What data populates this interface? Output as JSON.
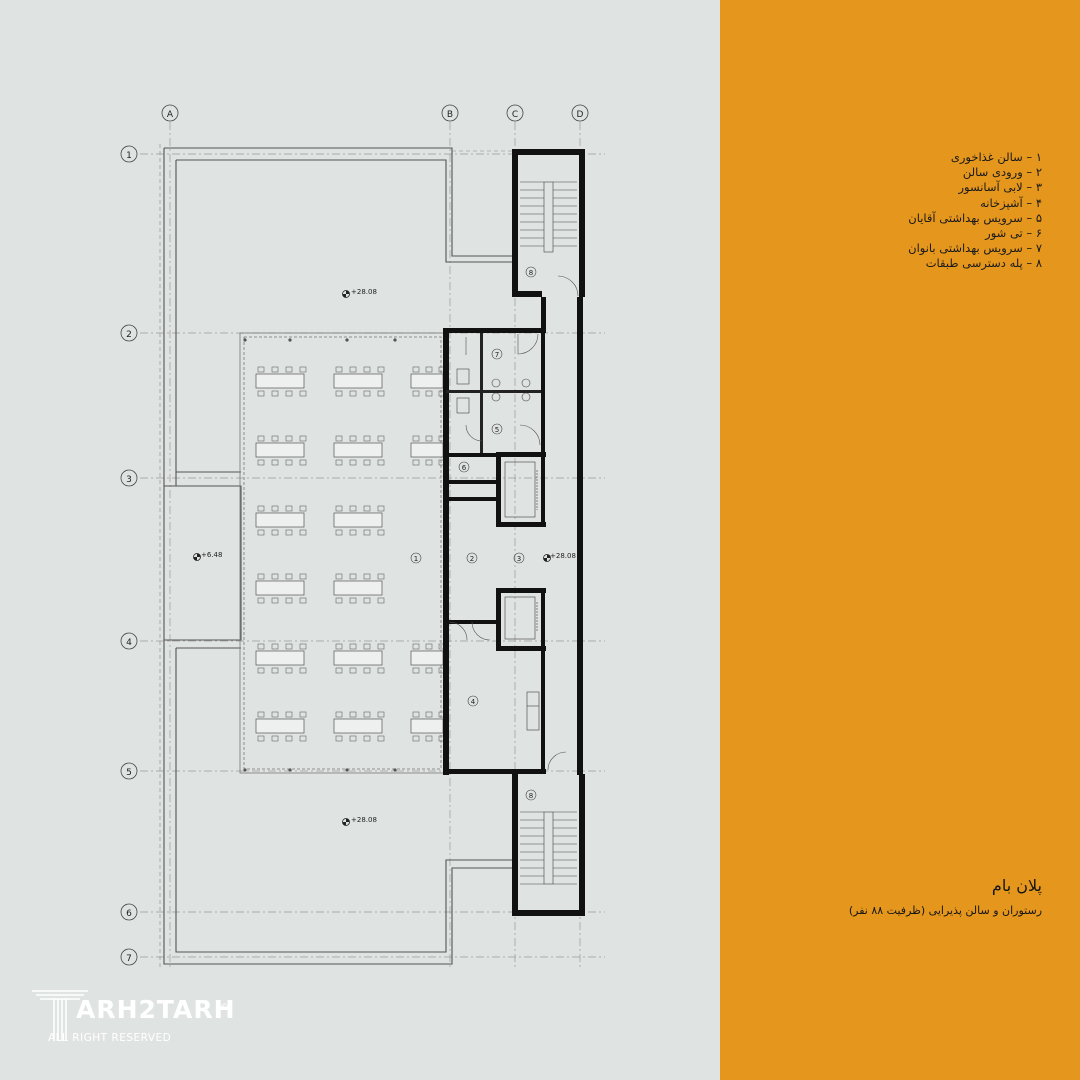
{
  "grid": {
    "columns": [
      "A",
      "B",
      "C",
      "D"
    ],
    "rows": [
      "1",
      "2",
      "3",
      "4",
      "5",
      "6",
      "7"
    ]
  },
  "rooms": [
    "1",
    "2",
    "3",
    "4",
    "5",
    "6",
    "7",
    "8",
    "8"
  ],
  "levels": [
    "+28.08",
    "+28.08",
    "+6.48",
    "+28.08"
  ],
  "legend": [
    "۱ – سالن غذاخوری",
    "۲ – ورودی سالن",
    "۳ – لابی آسانسور",
    "۴ – آشپزخانه",
    "۵ – سرویس بهداشتی آقایان",
    "۶ – تی شور",
    "۷ – سرویس بهداشتی بانوان",
    "۸ – پله دسترسی طبقات"
  ],
  "plan_title": "پلان بام",
  "plan_subtitle": "رستوران و سالن پذیرایی (ظرفیت ۸۸ نفر)",
  "brand": {
    "name": "ARH2TARH",
    "rights": "ALL RIGHT RESERVED",
    "copyright": "©"
  },
  "colors": {
    "plan_background": "#dfe3e1",
    "info_background": "#e5961c",
    "wall": "#111111",
    "text": "#151515"
  }
}
